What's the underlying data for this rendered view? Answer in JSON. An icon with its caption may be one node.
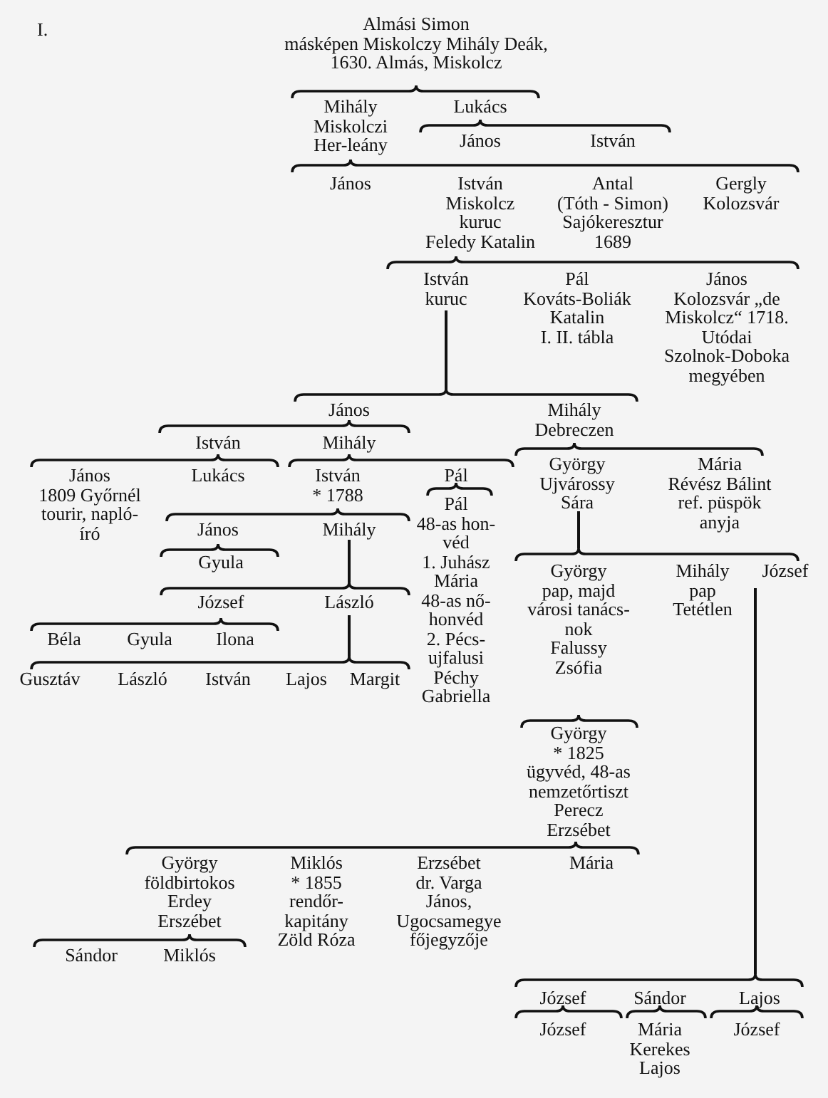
{
  "diagram": {
    "labels": [
      "I.",
      "Almási Simon másképen Miskolczy Mihály Deák, 1630. Almás, Miskolcz",
      "Mihály Miskolczi Her-leány",
      "Lukács",
      "János",
      "István",
      "János",
      "István Miskolcz kuruc Feledy Katalin",
      "Antal (Tóth - Simon) Sajókeresztur 1689",
      "Gergly Kolozsvár",
      "István kuruc",
      "Pál Kováts-Boliák Katalin I. II. tábla",
      "János Kolozsvár „de Miskolcz“ 1718. Utódai Szolnok-Doboka megyében",
      "János",
      "Mihály Debreczen",
      "István",
      "Mihály",
      "János 1809 Győrnél tourir, napló-író",
      "Lukács",
      "István * 1788",
      "Pál",
      "György Ujvárossy Sára",
      "Mária Révész Bálint ref. püspök anyja",
      "Pál 48-as hon-véd 1. Juhász Mária 48-as nő-honvéd 2. Pécs-ujfalusi Péchy Gabriella",
      "János",
      "Mihály",
      "Gyula",
      "György pap, majd városi tanács-nok Falussy Zsófia",
      "Mihály pap Tetétlen",
      "József",
      "József",
      "László",
      "Béla",
      "Gyula",
      "Ilona",
      "Gusztáv",
      "László",
      "István",
      "Lajos",
      "Margit",
      "György * 1825 ügyvéd, 48-as nemzetőrtiszt Perecz Erzsébet",
      "György földbirtokos Erdey Erszébet",
      "Miklós * 1855 rendőr-kapitány Zöld Róza",
      "Erzsébet dr. Varga János, Ugocsamegye főjegyzője",
      "Mária",
      "Sándor",
      "Miklós",
      "József",
      "Sándor",
      "Lajos",
      "József",
      "Mária Kerekes Lajos",
      "József"
    ]
  }
}
